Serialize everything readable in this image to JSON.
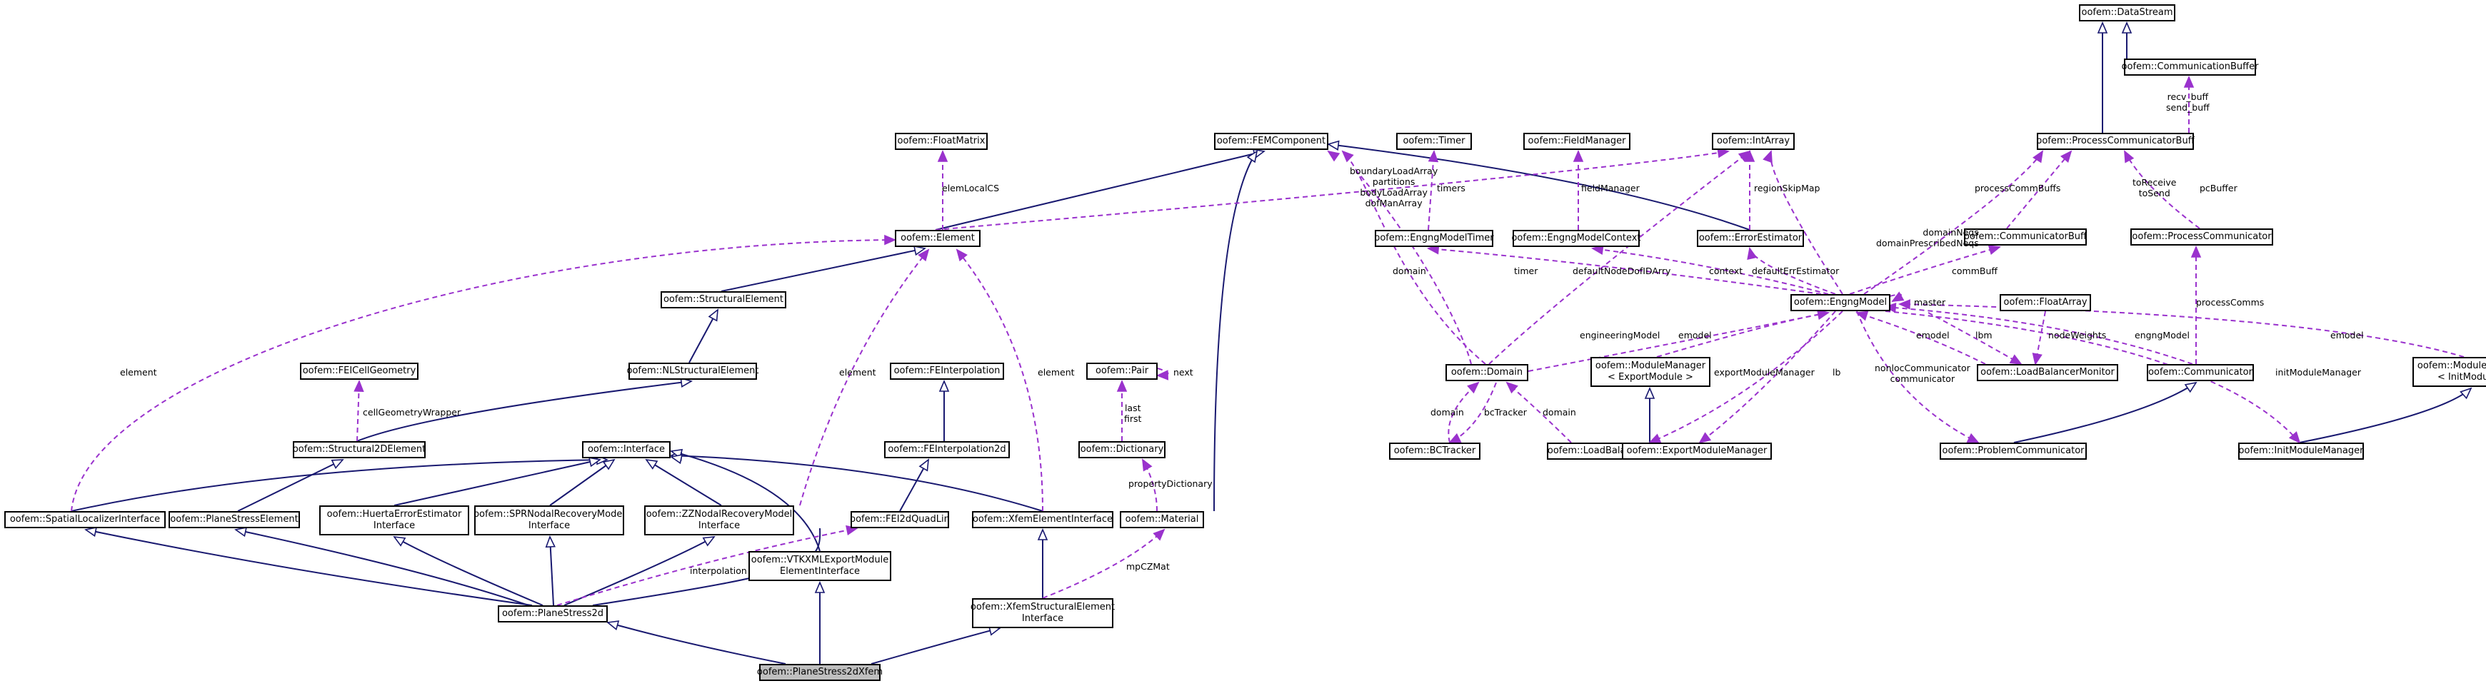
{
  "colors": {
    "inherit": "#191970",
    "use": "#9a32cd",
    "node_border": "#000000",
    "highlight_fill": "#bfbfbf"
  },
  "nodes": {
    "datastream": "oofem::DataStream",
    "communicationbuffer": "oofem::CommunicationBuffer",
    "processcommunicatorbuff": "oofem::ProcessCommunicatorBuff",
    "processcommunicator": "oofem::ProcessCommunicator",
    "communicatorbuff": "oofem::CommunicatorBuff",
    "fematrix": "oofem::FloatMatrix",
    "femcomponent": "oofem::FEMComponent",
    "timer": "oofem::Timer",
    "fieldmanager": "oofem::FieldManager",
    "intarray": "oofem::IntArray",
    "element": "oofem::Element",
    "engngmodeltimer": "oofem::EngngModelTimer",
    "engngmodelcontext": "oofem::EngngModelContext",
    "errorestimator": "oofem::ErrorEstimator",
    "structuralelement": "oofem::StructuralElement",
    "engngmodel": "oofem::EngngModel",
    "floatarray": "oofem::FloatArray",
    "nlstructuralelement": "oofem::NLStructuralElement",
    "feicellgeometry": "oofem::FEICellGeometry",
    "feinterpolation": "oofem::FEInterpolation",
    "pair": "oofem::Pair",
    "domain": "oofem::Domain",
    "modulemanager_export": [
      "oofem::ModuleManager",
      "< ExportModule >"
    ],
    "loadbalancermonitor": "oofem::LoadBalancerMonitor",
    "communicator": "oofem::Communicator",
    "modulemanager_init": [
      "oofem::ModuleManager",
      "< InitModule >"
    ],
    "structural2delement": "oofem::Structural2DElement",
    "feinterpolation2d": "oofem::FEInterpolation2d",
    "dictionary": "oofem::Dictionary",
    "bctracker": "oofem::BCTracker",
    "loadbalancer": "oofem::LoadBalancer",
    "exportmodulemanager": "oofem::ExportModuleManager",
    "problemcommunicator": "oofem::ProblemCommunicator",
    "initmodulemanager": "oofem::InitModuleManager",
    "interface": "oofem::Interface",
    "spatiallocalizerinterface": "oofem::SpatialLocalizerInterface",
    "planestresselement": "oofem::PlaneStressElement",
    "huertaerrorestimator": [
      "oofem::HuertaErrorEstimator",
      "Interface"
    ],
    "sprnodalrecovery": [
      "oofem::SPRNodalRecoveryModel",
      "Interface"
    ],
    "zznodalrecovery": [
      "oofem::ZZNodalRecoveryModel",
      "Interface"
    ],
    "fei2dquadlin": "oofem::FEI2dQuadLin",
    "xfemelementinterface": "oofem::XfemElementInterface",
    "material": "oofem::Material",
    "vtkxmlexport": [
      "oofem::VTKXMLExportModule",
      "ElementInterface"
    ],
    "planestress2d": "oofem::PlaneStress2d",
    "xfemstructuralelement": [
      "oofem::XfemStructuralElement",
      "Interface"
    ],
    "planestress2dxfem": "oofem::PlaneStress2dXfem"
  },
  "labels": {
    "recv_send": [
      "recv_buff",
      "send_buff"
    ],
    "toreceive": [
      "toReceive",
      "toSend"
    ],
    "pcbuffer": "pcBuffer",
    "processcommbuffs": "processCommBuffs",
    "elemlocalcs": "elemLocalCS",
    "boundaryloadarray": [
      "boundaryLoadArray",
      "partitions",
      "bodyLoadArray",
      "dofManArray"
    ],
    "timers": "timers",
    "fieldmanager": "fieldManager",
    "regionskipmap": "regionSkipMap",
    "domainneqs": [
      "domainNeqs",
      "domainPrescribedNeqs"
    ],
    "commbuff": "commBuff",
    "domain_left": "domain",
    "timer": "timer",
    "defaultnodedofidarry": "defaultNodeDofIDArry",
    "context": "context",
    "defaulterrestimator": "defaultErrEstimator",
    "master": "master",
    "processcomms": "processComms",
    "element_left": "element",
    "element_mid": "element",
    "element_right": "element",
    "engineeringmodel": "engineeringModel",
    "emodel_mm": "emodel",
    "emodel_lbm": "emodel",
    "lbm": "lbm",
    "nodeweights": "nodeWeights",
    "engngmodel_comm": "engngModel",
    "emodel_init": "emodel",
    "cellgeometrywrapper": "cellGeometryWrapper",
    "next": "next",
    "last_first": [
      "last",
      "first"
    ],
    "domain_bc": "domain",
    "bctracker": "bcTracker",
    "domain_lb": "domain",
    "exportmodulemanager": "exportModuleManager",
    "lb": "lb",
    "nonloc": [
      "nonlocCommunicator",
      "communicator"
    ],
    "initmodulemanager": "initModuleManager",
    "propertydictionary": "propertyDictionary",
    "interpolation": "interpolation",
    "mpczmat": "mpCZMat"
  }
}
